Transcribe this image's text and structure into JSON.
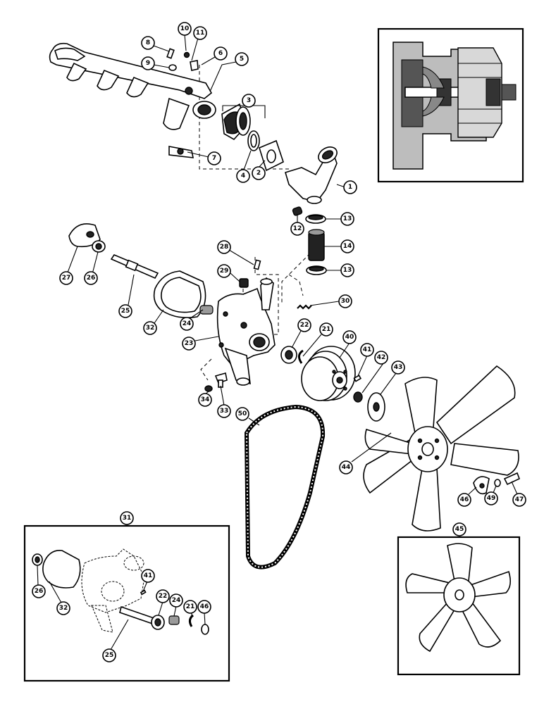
{
  "callouts": {
    "c1": "1",
    "c2": "2",
    "c3": "3",
    "c4": "4",
    "c5": "5",
    "c6": "6",
    "c7": "7",
    "c8": "8",
    "c9": "9",
    "c10": "10",
    "c11": "11",
    "c12": "12",
    "c13a": "13",
    "c13b": "13",
    "c14": "14",
    "c21": "21",
    "c22": "22",
    "c23": "23",
    "c24": "24",
    "c25": "25",
    "c26": "26",
    "c27": "27",
    "c28": "28",
    "c29": "29",
    "c30": "30",
    "c32": "32",
    "c33": "33",
    "c34": "34",
    "c40": "40",
    "c41": "41",
    "c42": "42",
    "c43": "43",
    "c44": "44",
    "c46": "46",
    "c47": "47",
    "c49": "49",
    "c50": "50"
  },
  "inset_31": {
    "title": "31",
    "callouts": {
      "c26": "26",
      "c32": "32",
      "c41": "41",
      "c22": "22",
      "c24": "24",
      "c21": "21",
      "c46": "46",
      "c25": "25"
    }
  },
  "inset_45": {
    "title": "45"
  }
}
